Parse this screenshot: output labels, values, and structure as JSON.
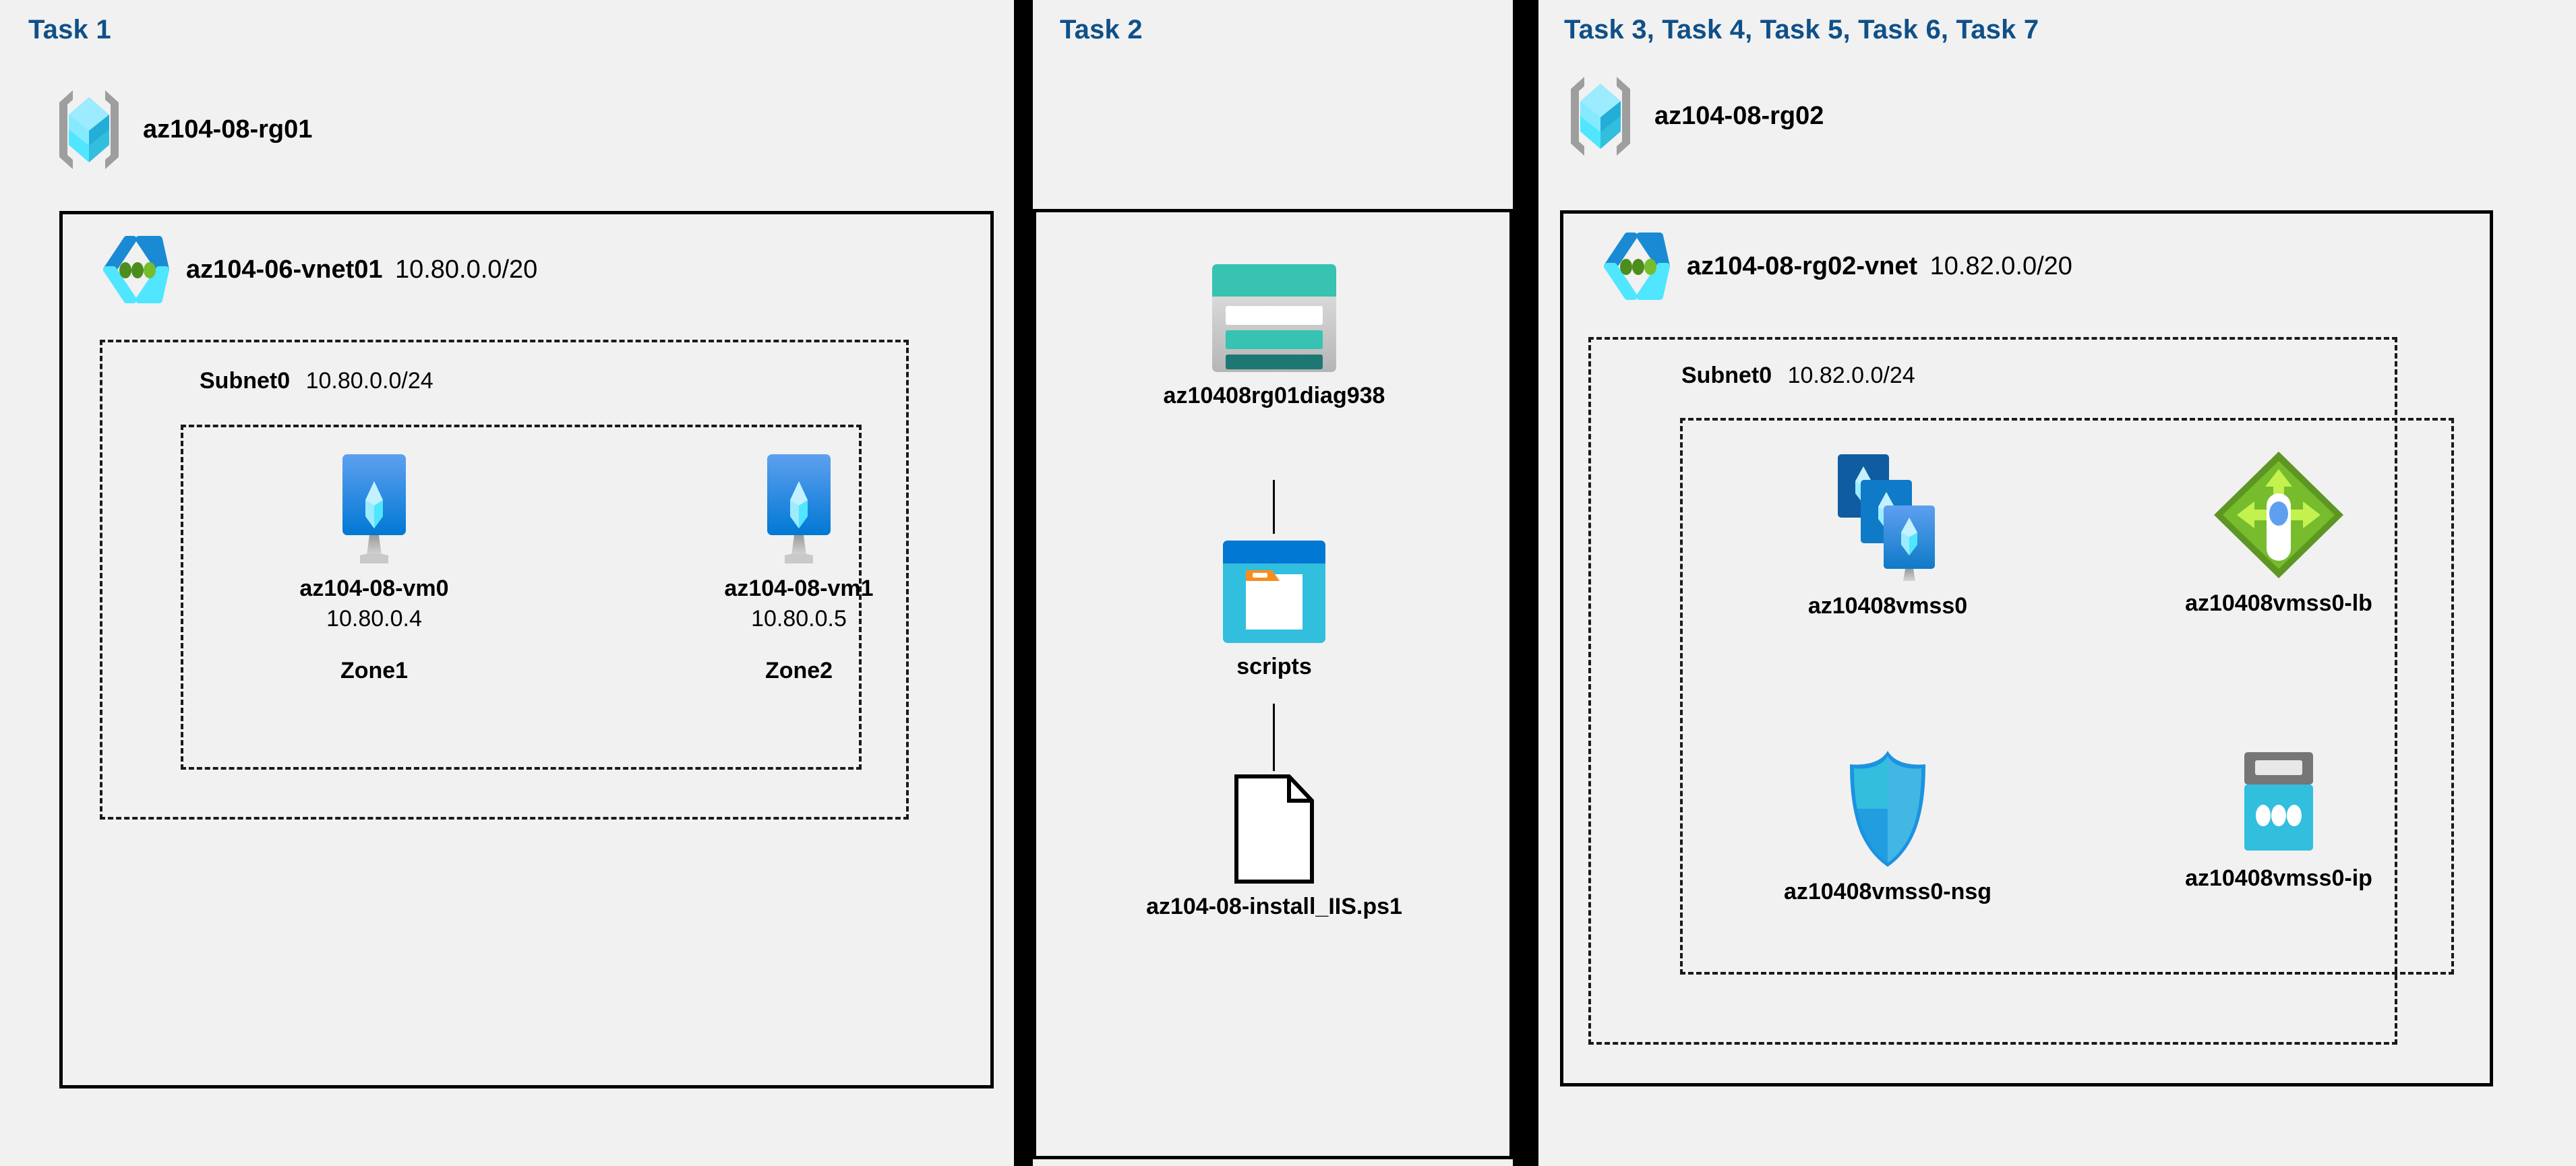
{
  "columns": [
    {
      "title": "Task 1",
      "resource_group": {
        "name": "az104-08-rg01",
        "icon": "resource-group-icon"
      },
      "vnet": {
        "name": "az104-06-vnet01",
        "cidr": "10.80.0.0/20",
        "icon": "virtual-network-icon"
      },
      "subnet": {
        "name": "Subnet0",
        "cidr": "10.80.0.0/24"
      },
      "vms": [
        {
          "name": "az104-08-vm0",
          "ip": "10.80.0.4",
          "zone": "Zone1",
          "icon": "virtual-machine-icon"
        },
        {
          "name": "az104-08-vm1",
          "ip": "10.80.0.5",
          "zone": "Zone2",
          "icon": "virtual-machine-icon"
        }
      ]
    },
    {
      "title": "Task 2",
      "items": [
        {
          "name": "az10408rg01diag938",
          "icon": "storage-account-icon"
        },
        {
          "name": "scripts",
          "icon": "file-share-icon"
        },
        {
          "name": "az104-08-install_IIS.ps1",
          "icon": "script-file-icon"
        }
      ]
    },
    {
      "title": "Task 3, Task 4, Task 5, Task 6, Task 7",
      "resource_group": {
        "name": "az104-08-rg02",
        "icon": "resource-group-icon"
      },
      "vnet": {
        "name": "az104-08-rg02-vnet",
        "cidr": "10.82.0.0/20",
        "icon": "virtual-network-icon"
      },
      "subnet": {
        "name": "Subnet0",
        "cidr": "10.82.0.0/24"
      },
      "resources": [
        {
          "name": "az10408vmss0",
          "icon": "vm-scale-set-icon"
        },
        {
          "name": "az10408vmss0-lb",
          "icon": "load-balancer-icon"
        },
        {
          "name": "az10408vmss0-nsg",
          "icon": "network-security-group-icon"
        },
        {
          "name": "az10408vmss0-ip",
          "icon": "public-ip-address-icon"
        }
      ]
    }
  ],
  "colors": {
    "title_blue": "#0f5088",
    "background": "#f1f1f1",
    "border_black": "#000000",
    "azure_blue": "#0078d4",
    "azure_cyan": "#50e6ff",
    "storage_teal": "#37c2b1",
    "lb_green": "#5e9624",
    "nsg_blue": "#32bedd"
  }
}
